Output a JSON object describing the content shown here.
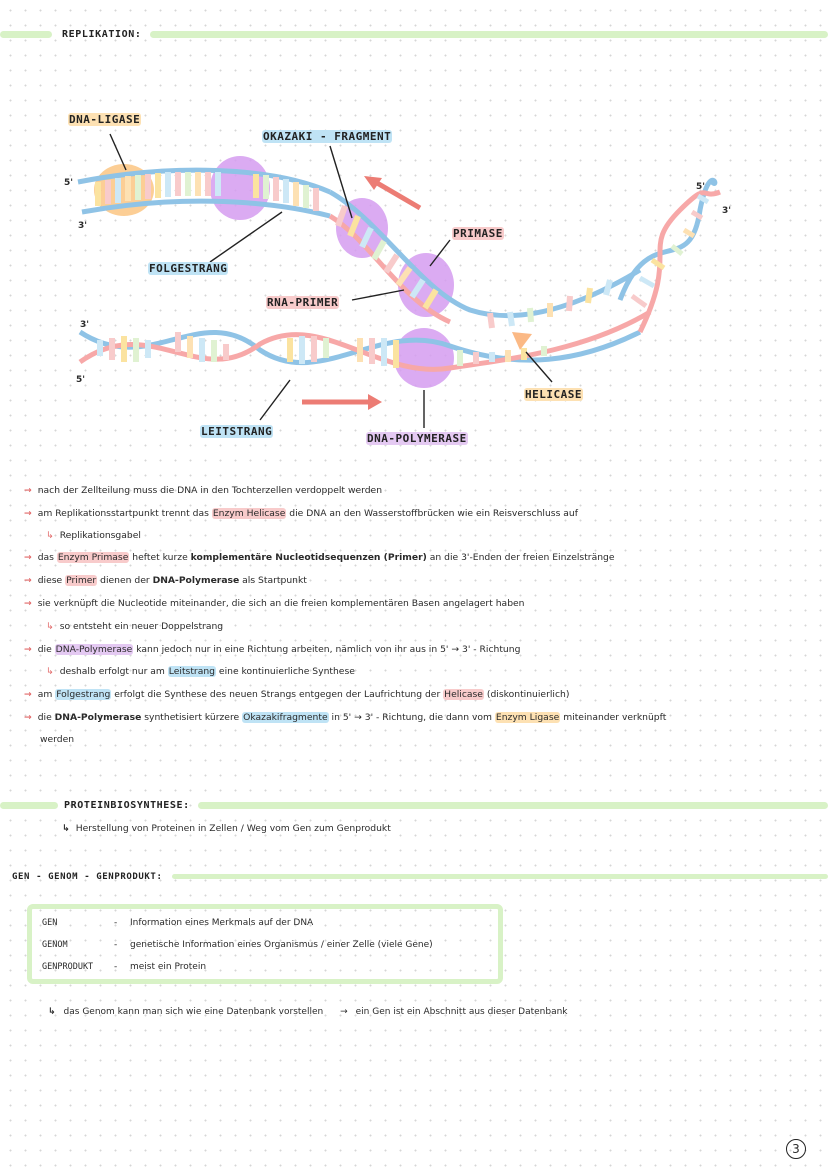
{
  "section_replication": {
    "title": "REPLIKATION:"
  },
  "diagram": {
    "labels": {
      "dna_ligase": "DNA-LIGASE",
      "okazaki": "OKAZAKI - FRAGMENT",
      "primase": "PRIMASE",
      "folgestrang": "FOLGESTRANG",
      "rna_primer": "RNA-PRIMER",
      "helicase": "HELICASE",
      "leitstrang": "LEITSTRANG",
      "dna_polymerase": "DNA-POLYMERASE"
    },
    "ends": {
      "top_left_5": "5'",
      "top_left_3": "3'",
      "bottom_left_3": "3'",
      "bottom_left_5": "5'",
      "right_5": "5'",
      "right_3": "3'"
    }
  },
  "notes": {
    "b1": "nach der Zellteilung muss die DNA in den Tochterzellen verdoppelt werden",
    "b2_pre": "am Replikationsstartpunkt trennt das",
    "b2_hl": "Enzym Helicase",
    "b2_post": "die DNA an den Wasserstoffbrücken wie ein Reisverschluss auf",
    "s2": "Replikationsgabel",
    "b3_pre": "das",
    "b3_hl": "Enzym Primase",
    "b3_mid": "heftet kurze",
    "b3_bold": "komplementäre Nucleotidsequenzen (Primer)",
    "b3_post": "an die 3'-Enden der freien Einzelstränge",
    "b4_pre": "diese",
    "b4_hl": "Primer",
    "b4_mid": "dienen der",
    "b4_bold": "DNA-Polymerase",
    "b4_post": "als Startpunkt",
    "b5": "sie verknüpft die Nucleotide miteinander, die sich an die freien komplementären Basen angelagert haben",
    "s5": "so entsteht ein neuer Doppelstrang",
    "b6_pre": "die",
    "b6_hl": "DNA-Polymerase",
    "b6_post": "kann jedoch nur in eine Richtung arbeiten, nämlich von ihr aus in 5' → 3' - Richtung",
    "s6_pre": "deshalb erfolgt nur am",
    "s6_hl": "Leitstrang",
    "s6_post": "eine kontinuierliche Synthese",
    "b7_pre": "am",
    "b7_hl": "Folgestrang",
    "b7_mid": "erfolgt die Synthese des neuen Strangs entgegen der Laufrichtung der",
    "b7_hl2": "Helicase",
    "b7_post": "(diskontinuierlich)",
    "b8_pre": "die",
    "b8_bold": "DNA-Polymerase",
    "b8_mid": "synthetisiert kürzere",
    "b8_hl": "Okazakifragmente",
    "b8_mid2": "in 5' → 3' - Richtung, die dann vom",
    "b8_hl2": "Enzym Ligase",
    "b8_post": "miteinander verknüpft",
    "b8_cont": "werden"
  },
  "section_protein": {
    "title": "PROTEINBIOSYNTHESE:",
    "line": "Herstellung von Proteinen in Zellen / Weg vom Gen zum Genprodukt"
  },
  "section_gen": {
    "title": "GEN - GENOM - GENPRODUKT:",
    "rows": [
      {
        "term": "GEN",
        "dash": "-",
        "def": "Information eines Merkmals auf der DNA"
      },
      {
        "term": "GENOM",
        "dash": "-",
        "def": "genetische Information eines Organismus / einer Zelle (viele Gene)"
      },
      {
        "term": "GENPRODUKT",
        "dash": "-",
        "def": "meist ein Protein"
      }
    ],
    "footer_a": "das Genom kann man sich wie eine Datenbank vorstellen",
    "footer_arrow": "→",
    "footer_b": "ein Gen ist ein Abschnitt aus dieser Datenbank"
  },
  "page": {
    "number": "3"
  },
  "colors": {
    "highlight_green": "#d8f2c6",
    "pink": "#f8cbcb",
    "blue": "#bfe3f5",
    "violet": "#d59cf0",
    "orange": "#fbc27a",
    "arrow_red": "#e26a6a"
  }
}
